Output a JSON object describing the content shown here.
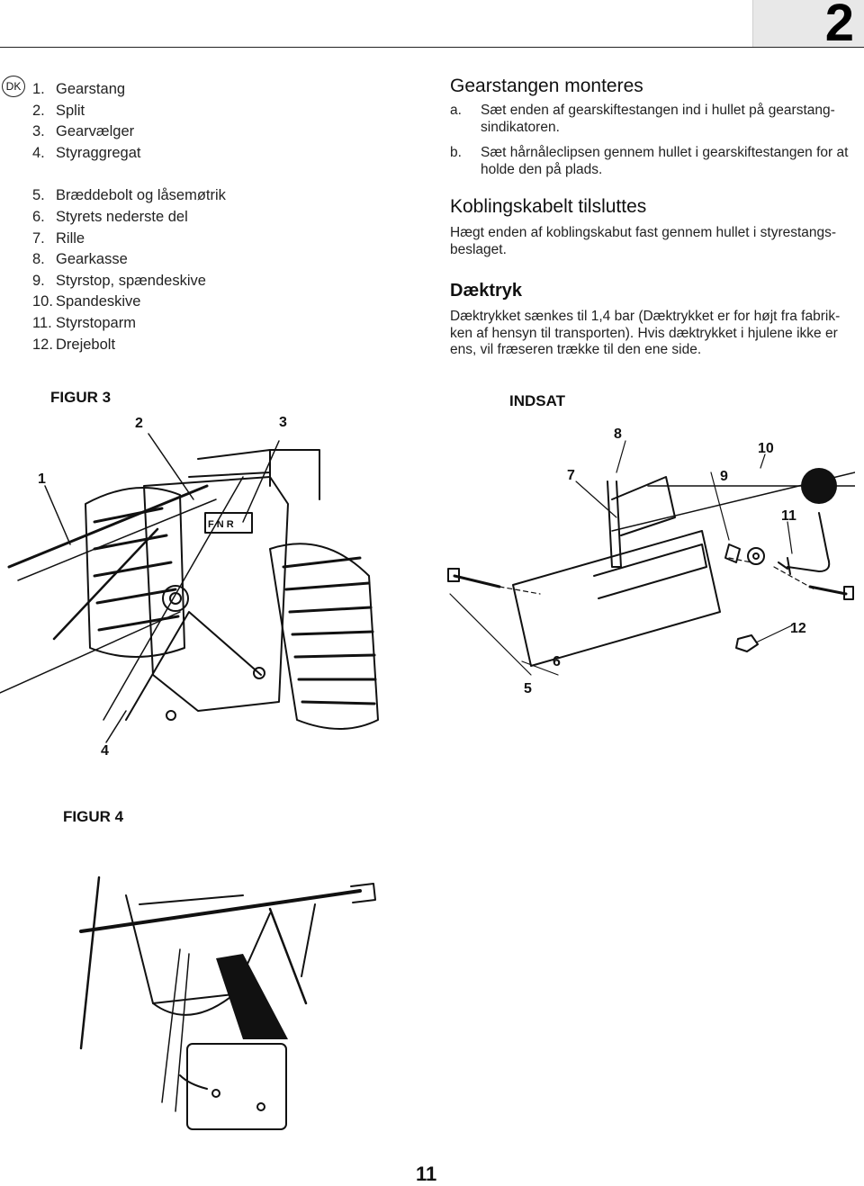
{
  "header": {
    "chapter": "2"
  },
  "language_badge": "DK",
  "parts": [
    {
      "n": "1.",
      "label": "Gearstang"
    },
    {
      "n": "2.",
      "label": "Split"
    },
    {
      "n": "3.",
      "label": "Gearvælger"
    },
    {
      "n": "4.",
      "label": "Styraggregat"
    },
    {
      "n": "5.",
      "label": "Bræddebolt og låsemøtrik"
    },
    {
      "n": "6.",
      "label": "Styrets nederste del"
    },
    {
      "n": "7.",
      "label": "Rille"
    },
    {
      "n": "8.",
      "label": "Gearkasse"
    },
    {
      "n": "9.",
      "label": "Styrstop, spændeskive"
    },
    {
      "n": "10.",
      "label": "Spandeskive"
    },
    {
      "n": "11.",
      "label": "Styrstoparm"
    },
    {
      "n": "12.",
      "label": "Drejebolt"
    }
  ],
  "sections": {
    "gear": {
      "title": "Gearstangen monteres",
      "steps": [
        {
          "letter": "a.",
          "text": "Sæt enden af gearskiftestangen ind i hullet på gearstang-sindikatoren."
        },
        {
          "letter": "b.",
          "text": "Sæt hårnåleclipsen gennem hullet i gearskiftestangen for at holde den på plads."
        }
      ]
    },
    "cable": {
      "title": "Koblingskabelt tilsluttes",
      "text": "Hægt enden af koblingskabut fast gennem hullet i styrestangs-beslaget."
    },
    "tyre": {
      "title": "Dæktryk",
      "text": "Dæktrykket sænkes til 1,4 bar (Dæktrykket er for højt fra fabrik-ken af hensyn til transporten). Hvis dæktrykket i hjulene ikke er ens, vil fræseren trække til den ene side."
    }
  },
  "figures": {
    "fig3_label": "FIGUR 3",
    "inset_label": "INDSAT",
    "fig4_label": "FIGUR 4",
    "callouts": [
      "1",
      "2",
      "3",
      "4",
      "5",
      "6",
      "7",
      "8",
      "9",
      "10",
      "11",
      "12"
    ],
    "gear_plate": "F N R"
  },
  "footer": {
    "page": "11"
  }
}
